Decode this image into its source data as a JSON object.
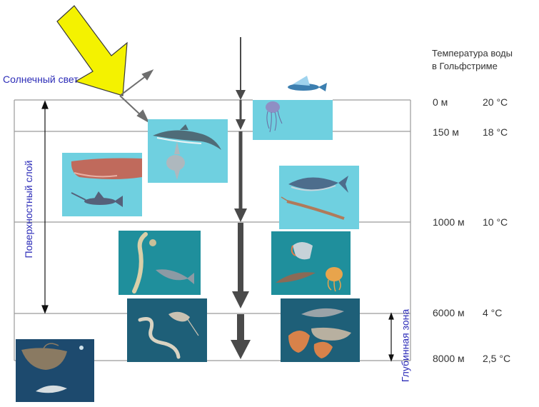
{
  "header": {
    "line1": "Температура воды",
    "line2": "в Гольфстриме"
  },
  "sunlight_label": "Солнечный свет",
  "surface_layer_label": "Поверхностный слой",
  "deep_zone_label": "Глубинная зона",
  "depth_levels": [
    {
      "depth": "0 м",
      "temp": "20 °С"
    },
    {
      "depth": "150 м",
      "temp": "18 °С"
    },
    {
      "depth": "1000 м",
      "temp": "10 °С"
    },
    {
      "depth": "6000 м",
      "temp": "4 °С"
    },
    {
      "depth": "8000 м",
      "temp": "2,5 °С"
    }
  ],
  "colors": {
    "sun_arrow": "#f4f200",
    "sun_arrow_outline": "#3a3a3a",
    "light_arrow": "#6e6e6e",
    "depth_arrow": "#4a4a4a",
    "layer_line": "#9a9a9a",
    "label_blue": "#2d2db8",
    "water_light": "#3fb6cc",
    "water_mid": "#1f8f9c",
    "water_deep": "#1e5f78",
    "water_abyss": "#1d4a6e"
  },
  "icons": [
    "sunlight-arrow",
    "depth-arrow",
    "dolphin-icon",
    "sunfish-icon",
    "sperm-whale-icon",
    "swordfish-icon",
    "tuna-icon",
    "flying-fish-icon",
    "jellyfish-icon",
    "anglerfish-icon",
    "eel-icon",
    "shrimp-icon",
    "deep-sea-fish-icon",
    "squid-icon"
  ]
}
